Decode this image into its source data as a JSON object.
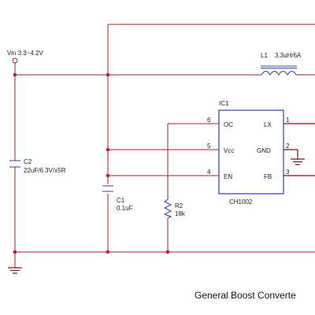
{
  "diagram": {
    "title": "General Boost Converte",
    "vin_label": "Vin 3.3~4.2V",
    "ic": {
      "ref": "IC1",
      "part": "CH1002",
      "left_pins": [
        {
          "num": "6",
          "name": "OC"
        },
        {
          "num": "5",
          "name": "Vcc"
        },
        {
          "num": "4",
          "name": "EN"
        }
      ],
      "right_pins": [
        {
          "num": "1",
          "name": "LX"
        },
        {
          "num": "2",
          "name": "GND"
        },
        {
          "num": "3",
          "name": "FB"
        }
      ]
    },
    "l1": {
      "ref": "L1",
      "value": "3.3uH/6A"
    },
    "c2": {
      "ref": "C2",
      "value": "22uF/6.3V/x5R"
    },
    "c1": {
      "ref": "C1",
      "value": "0.1uF"
    },
    "r2": {
      "ref": "R2",
      "value": "18k"
    }
  }
}
